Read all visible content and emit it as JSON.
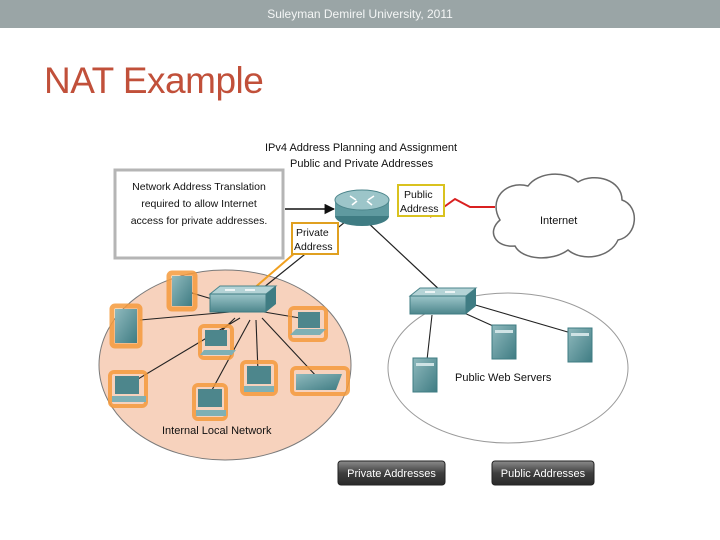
{
  "header": {
    "text": "Suleyman Demirel University, 2011"
  },
  "slide": {
    "title": "NAT Example"
  },
  "diagram": {
    "title_line1": "IPv4 Address Planning and Assignment",
    "title_line2": "Public and Private Addresses",
    "callout": [
      "Network Address Translation",
      "required to allow Internet",
      "access for private addresses."
    ],
    "public_tag": [
      "Public",
      "Address"
    ],
    "private_tag": [
      "Private",
      "Address"
    ],
    "internet_label": "Internet",
    "public_servers_label": "Public Web Servers",
    "internal_network_label": "Internal Local Network",
    "legend_private": "Private Addresses",
    "legend_public": "Public Addresses",
    "colors": {
      "private_zone": "#f7d2bd",
      "device_glow": "#f59a3c",
      "public_tag_border": "#d9c21f",
      "arrow_red": "#d92020",
      "title_accent": "#c1503a"
    }
  }
}
